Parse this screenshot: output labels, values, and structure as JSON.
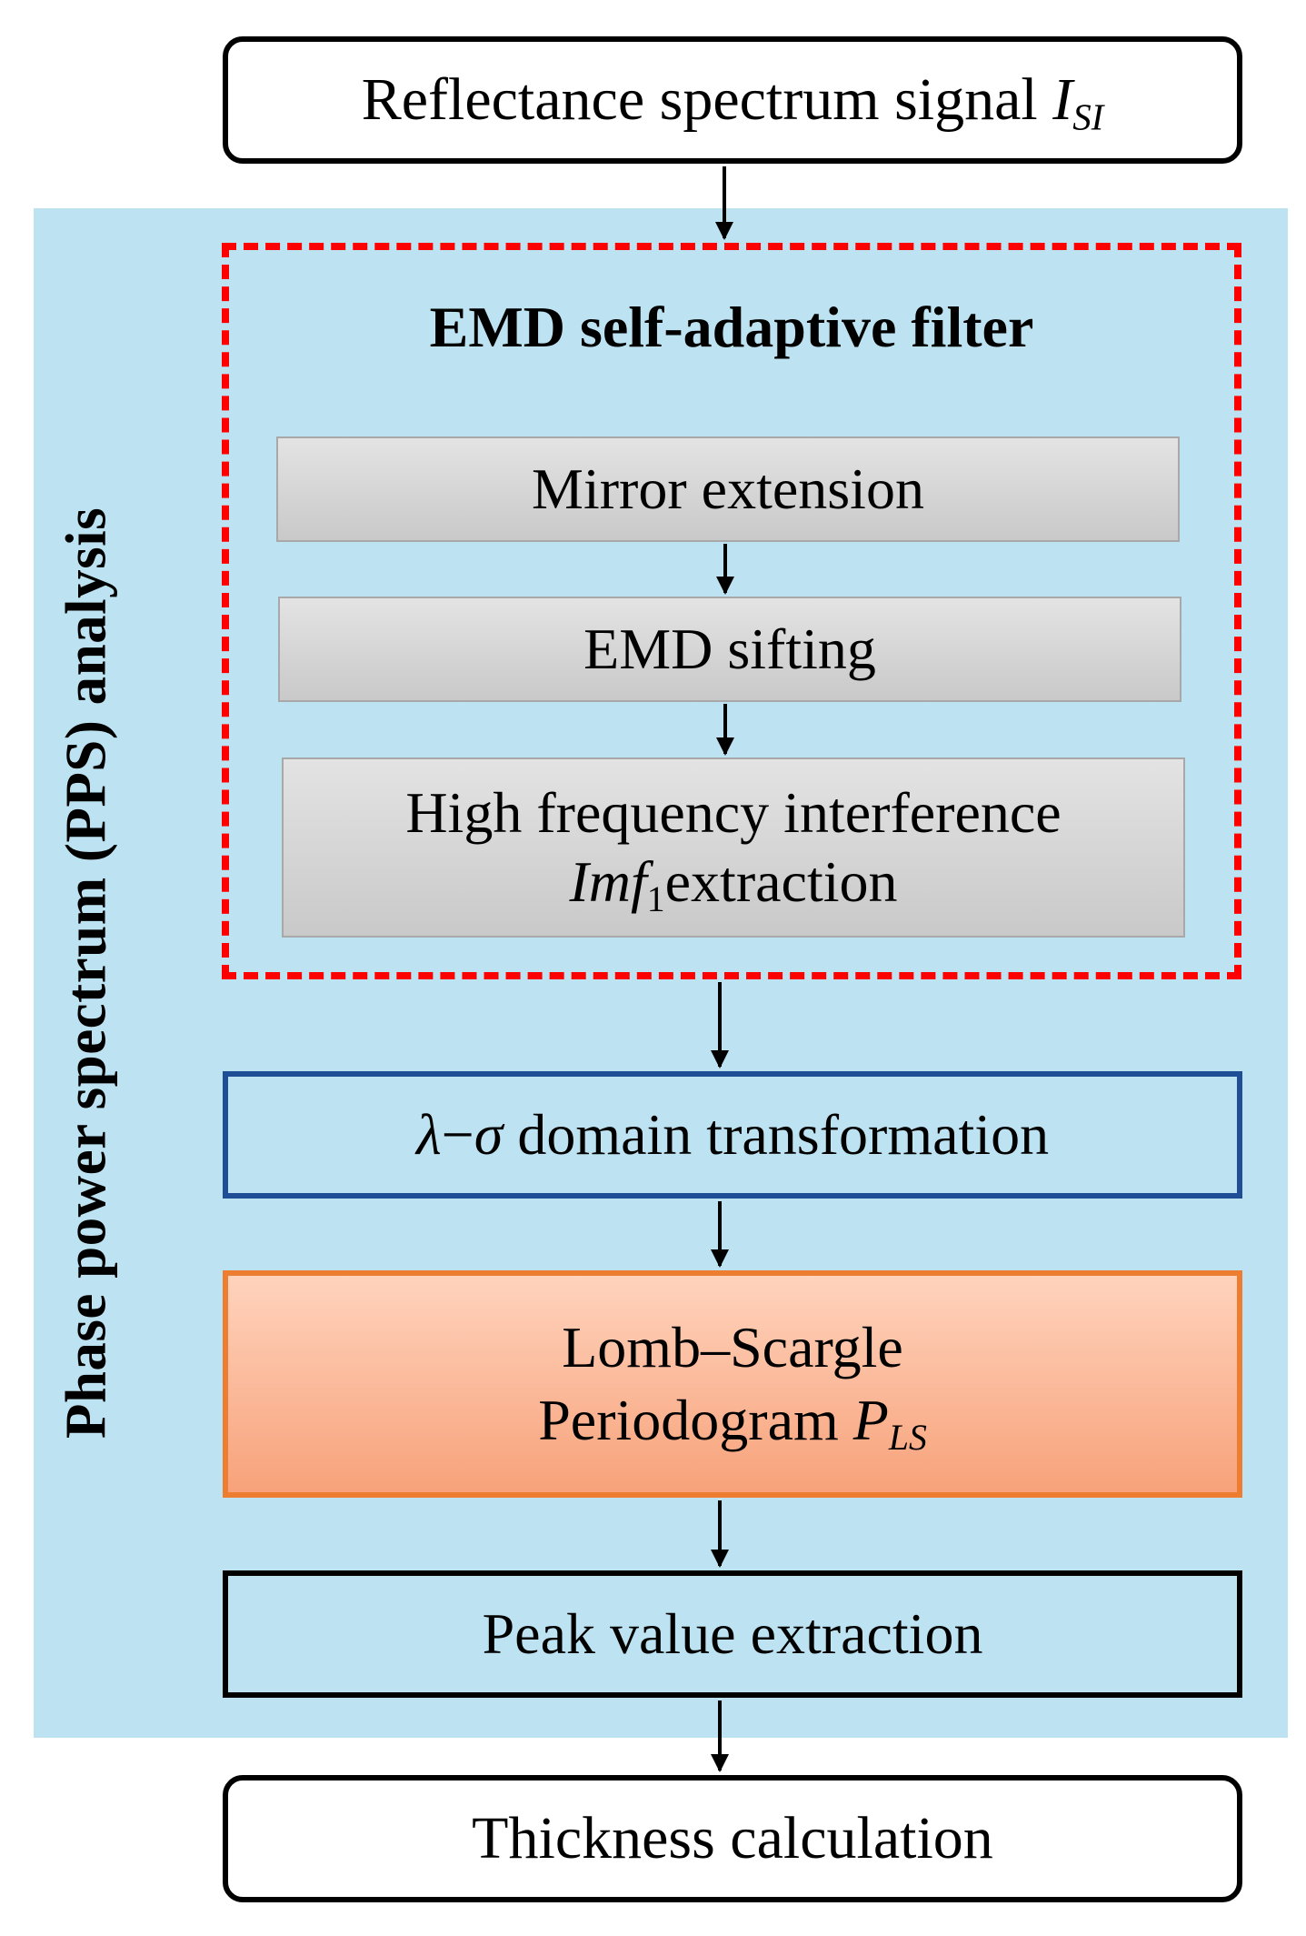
{
  "panel_label": "Phase power spectrum (PPS) analysis",
  "input": {
    "text": "Reflectance spectrum signal ",
    "symbol": "I",
    "subscript": "SI"
  },
  "filter": {
    "title": "EMD self-adaptive filter",
    "steps": [
      "Mirror extension",
      "EMD sifting"
    ],
    "step3": {
      "line1": "High frequency interference",
      "symbol": "Imf",
      "subscript": "1",
      "line2_rest": "extraction"
    }
  },
  "transform": {
    "lambda": "λ",
    "dash": "−",
    "sigma": "σ",
    "rest": " domain transformation"
  },
  "lomb": {
    "line1": "Lomb–Scargle",
    "line2": "Periodogram ",
    "symbol": "P",
    "subscript": "LS"
  },
  "peak": "Peak value extraction",
  "output": "Thickness calculation",
  "colors": {
    "panel": "#bde3f2",
    "dashed_border": "#ff0000",
    "transform_border": "#1f4e96",
    "lomb_border": "#ed7d31",
    "lomb_fill": "#f9ad8a",
    "gray_fill": "#d4d4d4"
  }
}
